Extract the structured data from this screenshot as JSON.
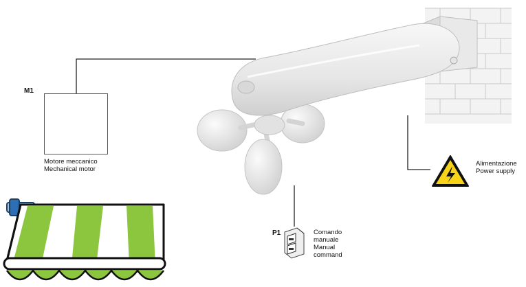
{
  "components": {
    "m1": {
      "code": "M1",
      "name_it": "Motore meccanico",
      "name_en": "Mechanical motor",
      "icon": "motor-icon"
    },
    "p1": {
      "code": "P1",
      "name_it_1": "Comando",
      "name_it_2": "manuale",
      "name_en_1": "Manual",
      "name_en_2": "command",
      "icon": "wall-switch-icon"
    },
    "power": {
      "name_it": "Alimentazione",
      "name_en": "Power supply",
      "icon": "high-voltage-warning-icon"
    },
    "sensor": {
      "icon": "anemometer-wind-sensor-icon"
    },
    "wall": {
      "icon": "brick-wall-icon"
    },
    "awning": {
      "icon": "striped-awning-icon"
    }
  },
  "colors": {
    "awning_green": "#8cc63f",
    "warning_yellow": "#f7d31a",
    "motor_blue": "#2d6fb5",
    "sensor_body": "#ededed",
    "line": "#222222"
  }
}
